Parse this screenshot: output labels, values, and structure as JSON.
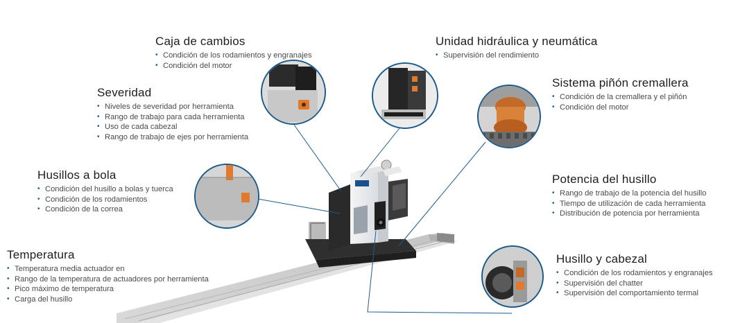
{
  "callouts": {
    "caja_cambios": {
      "title": "Caja de cambios",
      "items": [
        "Condición de los rodamientos y engranajes",
        "Condición del motor"
      ]
    },
    "unidad_hidraulica": {
      "title": "Unidad hidráulica y neumática",
      "items": [
        "Supervisión del rendimiento"
      ]
    },
    "severidad": {
      "title": "Severidad",
      "items": [
        "Niveles de severidad por herramienta",
        "Rango de trabajo para cada herramienta",
        "Uso de cada cabezal",
        "Rango de trabajo de ejes por herramienta"
      ]
    },
    "pinon_cremallera": {
      "title": "Sistema piñón cremallera",
      "items": [
        "Condición de la cremallera y el piñón",
        "Condición del motor"
      ]
    },
    "husillos_bola": {
      "title": "Husillos a bola",
      "items": [
        "Condición del husillo a bolas y tuerca",
        "Condición de los rodamientos",
        "Condición de la correa"
      ]
    },
    "potencia_husillo": {
      "title": "Potencia del husillo",
      "items": [
        "Rango de trabajo de la potencia del husillo",
        "Tiempo de utilización de cada herramienta",
        "Distribución de potencia por herramienta"
      ]
    },
    "temperatura": {
      "title": "Temperatura",
      "items": [
        "Temperatura media actuador en",
        "Rango de la temperatura de actuadores por herramienta",
        "Pico máximo de temperatura",
        "Carga del husillo"
      ]
    },
    "husillo_cabezal": {
      "title": "Husillo y cabezal",
      "items": [
        "Condición de los rodamientos y engranajes",
        "Supervisión del chatter",
        "Supervisión del comportamiento termal"
      ]
    }
  },
  "colors": {
    "connector": "#1a5a8a",
    "bullet": "#1a5a8a",
    "accent": "#e07a2e",
    "machine_dark": "#2b2b2b"
  }
}
